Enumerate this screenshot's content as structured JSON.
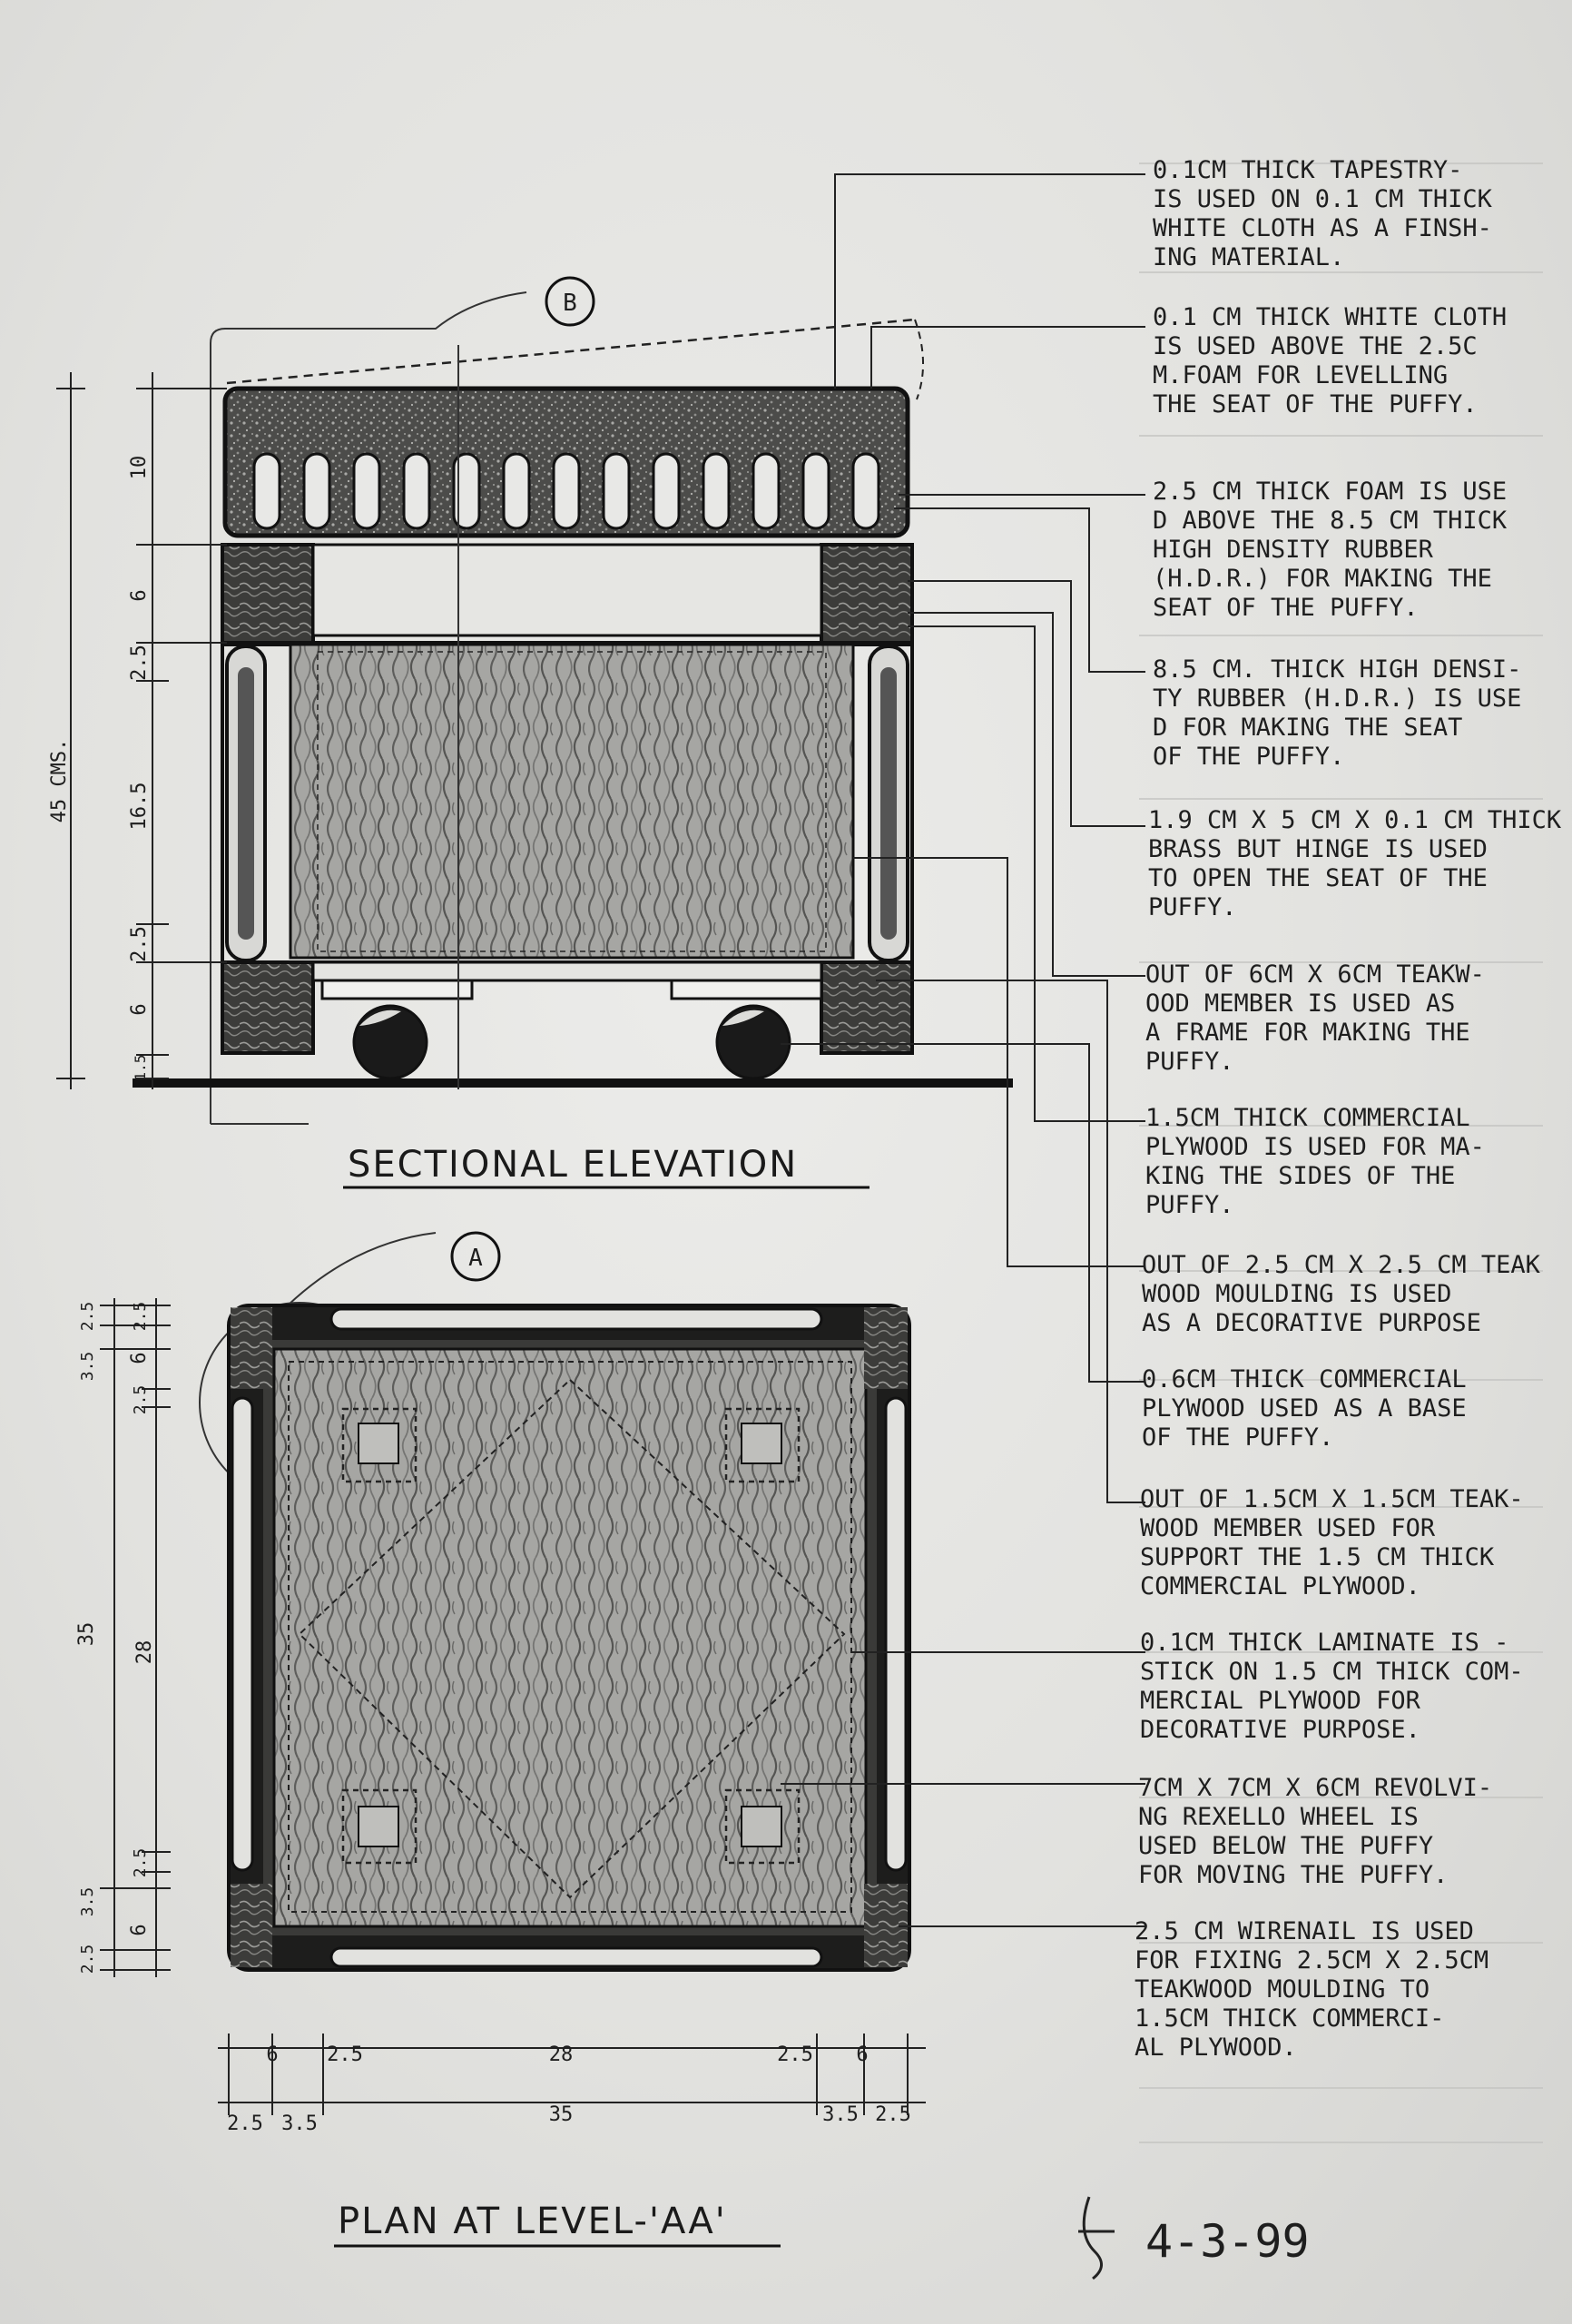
{
  "callouts": {
    "b": "B",
    "a": "A"
  },
  "titles": {
    "elevation": "SECTIONAL ELEVATION",
    "plan": "PLAN AT LEVEL-'AA'"
  },
  "elevation_dims": {
    "overall": "45 CMS.",
    "segments": [
      "10",
      "6",
      "2.5",
      "16.5",
      "2.5",
      "6",
      "1.5"
    ]
  },
  "plan_dims": {
    "left_outer": [
      "2.5",
      "3.5",
      "35",
      "3.5",
      "2.5"
    ],
    "left_inner": [
      "2.5",
      "6",
      "2.5",
      "28",
      "2.5",
      "6"
    ],
    "bottom_row1": [
      "6",
      "2.5",
      "28",
      "2.5",
      "6"
    ],
    "bottom_row2": [
      "2.5",
      "3.5",
      "35",
      "3.5",
      "2.5"
    ]
  },
  "notes": [
    [
      "0.1CM THICK TAPESTRY-",
      "IS USED ON 0.1 CM THICK",
      "WHITE CLOTH AS A FINSH-",
      "ING MATERIAL."
    ],
    [
      "0.1 CM THICK WHITE CLOTH",
      "IS USED ABOVE THE 2.5C",
      "M.FOAM FOR LEVELLING",
      "THE SEAT OF THE PUFFY."
    ],
    [
      "2.5 CM THICK FOAM IS USE",
      "D ABOVE THE 8.5 CM THICK",
      "HIGH DENSITY RUBBER",
      "(H.D.R.) FOR MAKING THE",
      "SEAT OF THE PUFFY."
    ],
    [
      "8.5 CM. THICK HIGH DENSI-",
      "TY RUBBER (H.D.R.) IS USE",
      "D FOR MAKING THE SEAT",
      "OF THE PUFFY."
    ],
    [
      "1.9 CM X 5 CM X 0.1 CM THICK",
      "BRASS BUT HINGE IS USED",
      "TO OPEN THE SEAT OF THE",
      "PUFFY."
    ],
    [
      "OUT OF 6CM X 6CM TEAKW-",
      "OOD MEMBER IS USED AS",
      "A FRAME FOR MAKING THE",
      "PUFFY."
    ],
    [
      "1.5CM THICK COMMERCIAL",
      "PLYWOOD IS USED FOR MA-",
      "KING THE SIDES OF THE",
      "PUFFY."
    ],
    [
      "OUT OF 2.5 CM X 2.5 CM TEAK",
      "WOOD MOULDING IS USED",
      "AS A DECORATIVE PURPOSE"
    ],
    [
      "0.6CM THICK COMMERCIAL",
      "PLYWOOD USED AS A BASE",
      "OF THE PUFFY."
    ],
    [
      "OUT OF 1.5CM X 1.5CM TEAK-",
      "WOOD MEMBER USED FOR",
      "SUPPORT THE 1.5 CM THICK",
      "COMMERCIAL PLYWOOD."
    ],
    [
      "0.1CM THICK LAMINATE IS -",
      "STICK ON 1.5 CM THICK COM-",
      "MERCIAL PLYWOOD FOR",
      "DECORATIVE PURPOSE."
    ],
    [
      "7CM X 7CM X 6CM REVOLVI-",
      "NG REXELLO WHEEL IS",
      "USED BELOW THE PUFFY",
      "FOR MOVING THE PUFFY."
    ],
    [
      "2.5 CM WIRENAIL IS USED",
      "FOR FIXING 2.5CM X 2.5CM",
      "TEAKWOOD MOULDING TO",
      "1.5CM THICK COMMERCI-",
      "AL PLYWOOD."
    ]
  ],
  "date": "4-3-99"
}
